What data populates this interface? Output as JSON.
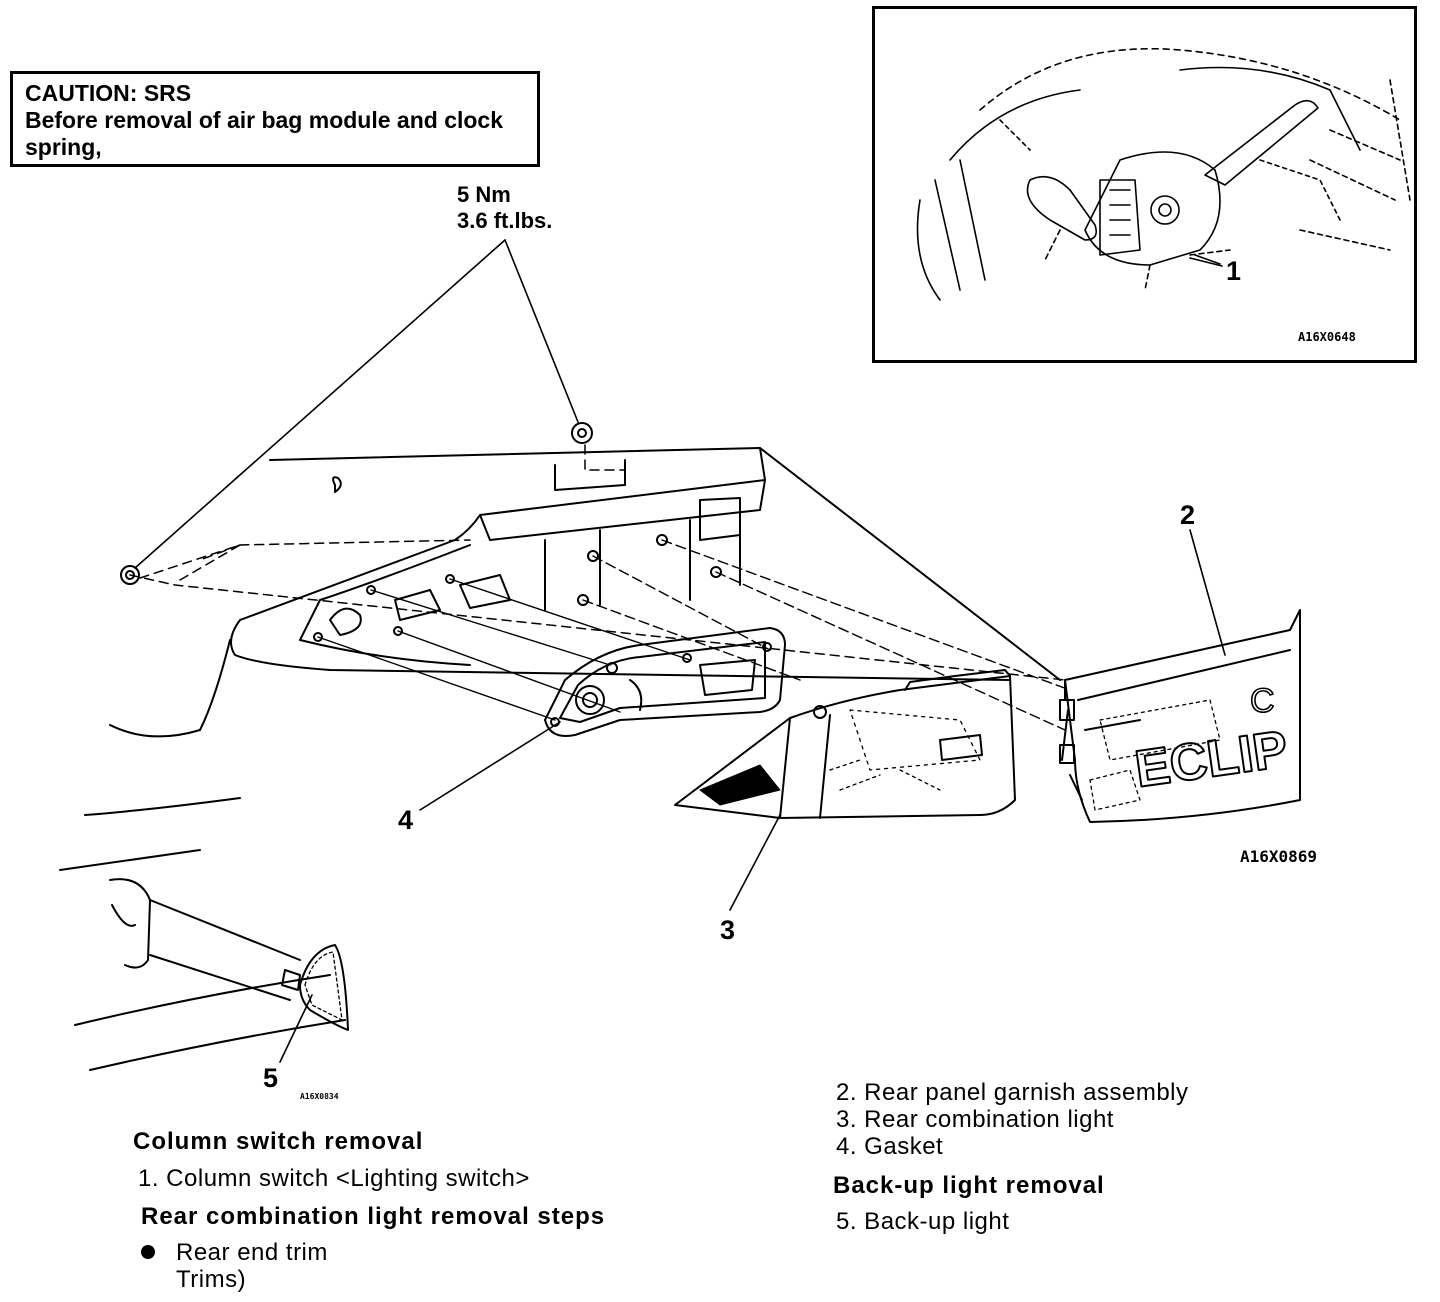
{
  "caution": {
    "title": "CAUTION: SRS",
    "line1": "Before removal of air bag module and clock",
    "line2": "spring,"
  },
  "torque": {
    "nm": "5 Nm",
    "ftlbs": "3.6 ft.lbs."
  },
  "inset": {
    "code": "A16X0648",
    "callout": "1"
  },
  "main_figure": {
    "code": "A16X0869",
    "callouts": [
      "2",
      "3",
      "4"
    ]
  },
  "backup_figure": {
    "code": "A16X0834",
    "callout": "5"
  },
  "emblem_text": "ECLIP",
  "emblem_c": "C",
  "sections": {
    "column_switch_title": "Column switch removal",
    "column_switch_item": "1. Column switch <Lighting switch>",
    "rear_combo_title": "Rear combination light removal steps",
    "rear_end_trim": "Rear end trim",
    "trims": "Trims)",
    "item2": "2. Rear panel garnish assembly",
    "item3": "3. Rear combination light",
    "item4": "4. Gasket",
    "backup_title": "Back-up light removal",
    "item5": "5. Back-up light"
  }
}
